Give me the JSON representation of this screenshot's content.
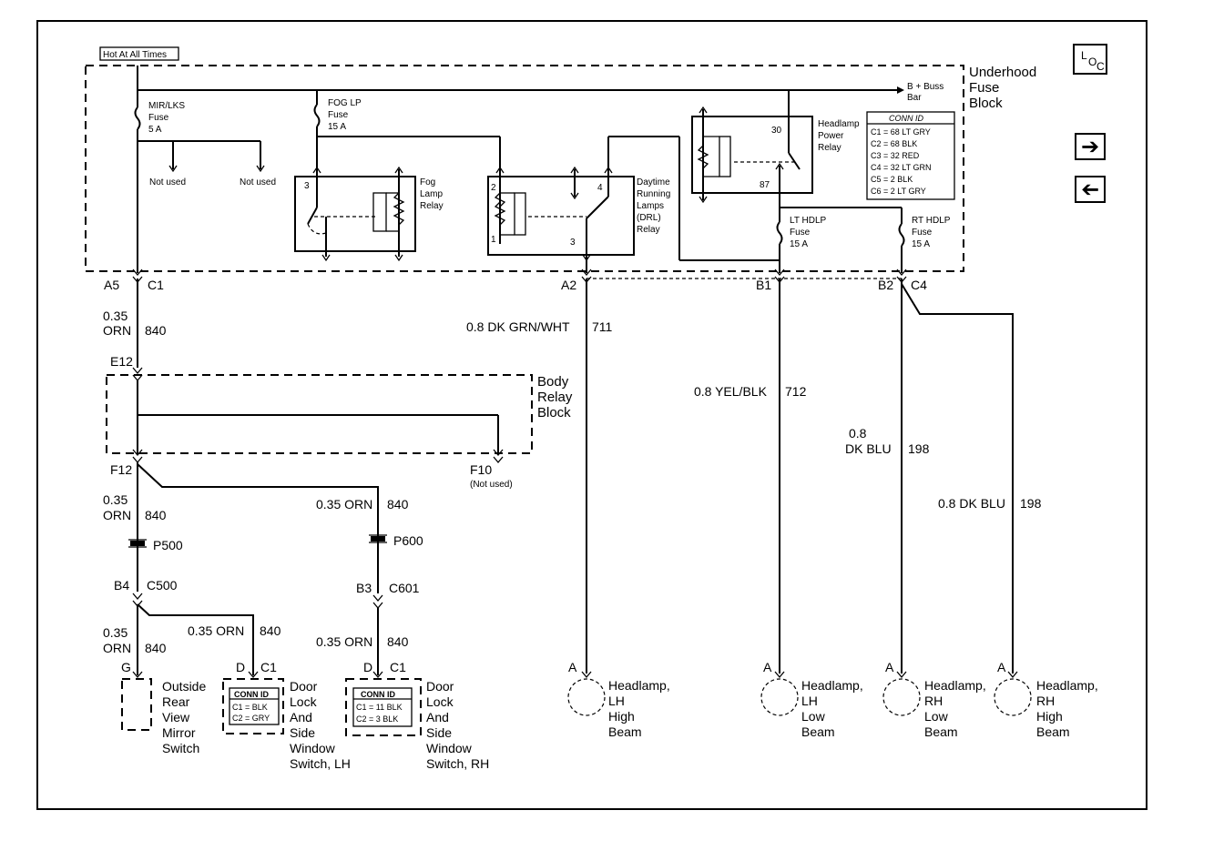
{
  "toolbar": {
    "loc_button": {
      "l": "L",
      "o": "O",
      "c": "C"
    },
    "next_icon": "arrow-right-icon",
    "prev_icon": "arrow-left-icon"
  },
  "diagram": {
    "hot_label": "Hot At All Times",
    "underhood_block": [
      "Underhood",
      "Fuse",
      "Block"
    ],
    "buss_bar": [
      "B + Buss",
      "Bar"
    ],
    "mir_fuse": [
      "MIR/LKS",
      "Fuse",
      "5 A"
    ],
    "fog_fuse": [
      "FOG LP",
      "Fuse",
      "15 A"
    ],
    "not_used_1": "Not used",
    "not_used_2": "Not used",
    "fog_relay": [
      "Fog",
      "Lamp",
      "Relay"
    ],
    "drl_relay": [
      "Daytime",
      "Running",
      "Lamps",
      "(DRL)",
      "Relay"
    ],
    "hdlp_relay": [
      "Headlamp",
      "Power",
      "Relay"
    ],
    "pin_3": "3",
    "pin_2": "2",
    "pin_1": "1",
    "pin_4": "4",
    "pin_3b": "3",
    "pin_30": "30",
    "pin_87": "87",
    "conn_id_title": "CONN ID",
    "conn_id_rows": [
      "C1 = 68 LT GRY",
      "C2 = 68 BLK",
      "C3 = 32 RED",
      "C4 = 32 LT GRN",
      "C5 = 2 BLK",
      "C6 = 2 LT GRY"
    ],
    "lt_hdlp_fuse": [
      "LT HDLP",
      "Fuse",
      "15 A"
    ],
    "rt_hdlp_fuse": [
      "RT HDLP",
      "Fuse",
      "15 A"
    ],
    "a5": "A5",
    "c1": "C1",
    "a2": "A2",
    "b1": "B1",
    "b2": "B2",
    "c4": "C4",
    "wire_a5": [
      "0.35",
      "ORN",
      "840"
    ],
    "wire_711": [
      "0.8 DK GRN/WHT",
      "711"
    ],
    "wire_712": [
      "0.8 YEL/BLK",
      "712"
    ],
    "wire_198a": [
      "0.8",
      "DK BLU",
      "198"
    ],
    "wire_198b": [
      "0.8 DK BLU",
      "198"
    ],
    "e12": "E12",
    "body_relay": [
      "Body",
      "Relay",
      "Block"
    ],
    "f12": "F12",
    "f10": "F10",
    "f10_note": "(Not used)",
    "wire_f12": [
      "0.35",
      "ORN",
      "840"
    ],
    "wire_f12_rh": [
      "0.35 ORN",
      "840"
    ],
    "p500": "P500",
    "p600": "P600",
    "b4": "B4",
    "c500": "C500",
    "b3": "B3",
    "c601": "C601",
    "wire_b4": [
      "0.35",
      "ORN",
      "840"
    ],
    "wire_b4_lh": [
      "0.35 ORN",
      "840"
    ],
    "wire_b3": [
      "0.35 ORN",
      "840"
    ],
    "pin_g": "G",
    "pin_d1": "D",
    "pin_c1a": "C1",
    "pin_d2": "D",
    "pin_c1b": "C1",
    "mirror_switch": [
      "Outside",
      "Rear",
      "View",
      "Mirror",
      "Switch"
    ],
    "conn_lh_title": "CONN ID",
    "conn_lh_rows": [
      "C1 = BLK",
      "C2 = GRY"
    ],
    "conn_rh_title": "CONN ID",
    "conn_rh_rows": [
      "C1 = 11 BLK",
      "C2 = 3 BLK"
    ],
    "door_lh": [
      "Door",
      "Lock",
      "And",
      "Side",
      "Window",
      "Switch, LH"
    ],
    "door_rh": [
      "Door",
      "Lock",
      "And",
      "Side",
      "Window",
      "Switch, RH"
    ],
    "pin_a1": "A",
    "pin_a2": "A",
    "pin_a3": "A",
    "pin_a4": "A",
    "lamp_lh_high": [
      "Headlamp,",
      "LH",
      "High",
      "Beam"
    ],
    "lamp_lh_low": [
      "Headlamp,",
      "LH",
      "Low",
      "Beam"
    ],
    "lamp_rh_low": [
      "Headlamp,",
      "RH",
      "Low",
      "Beam"
    ],
    "lamp_rh_high": [
      "Headlamp,",
      "RH",
      "High",
      "Beam"
    ]
  }
}
